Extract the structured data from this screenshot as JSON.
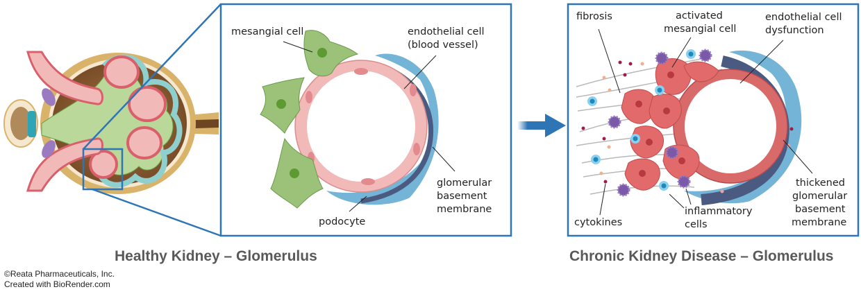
{
  "figure": {
    "healthy": {
      "title": "Healthy Kidney – Glomerulus",
      "labels": {
        "mesangial": "mesangial cell",
        "endothelial_1": "endothelial cell",
        "endothelial_2": "(blood vessel)",
        "gbm_1": "glomerular",
        "gbm_2": "basement",
        "gbm_3": "membrane",
        "podocyte": "podocyte"
      }
    },
    "ckd": {
      "title": "Chronic Kidney Disease – Glomerulus",
      "labels": {
        "fibrosis": "fibrosis",
        "activated_1": "activated",
        "activated_2": "mesangial cell",
        "endo_dys_1": "endothelial cell",
        "endo_dys_2": "dysfunction",
        "thick_1": "thickened",
        "thick_2": "glomerular",
        "thick_3": "basement",
        "thick_4": "membrane",
        "inflam_1": "inflammatory",
        "inflam_2": "cells",
        "cytokines": "cytokines"
      }
    },
    "credits": {
      "line1": "©Reata Pharmaceuticals, Inc.",
      "line2": "Created with BioRender.com"
    },
    "colors": {
      "frame_blue": "#2e75b6",
      "title_gray": "#595959",
      "mesangial_green": "#8fb56a",
      "endothelial_pink": "#f0b8b8",
      "endothelial_red": "#d9606a",
      "podocyte_blue": "#74b4d6",
      "gbm_navy": "#4a5a80",
      "inflammatory_purple": "#7a5aa8",
      "kidney_brown": "#8a5a2e",
      "capsule_tan": "#d9b36a"
    }
  }
}
